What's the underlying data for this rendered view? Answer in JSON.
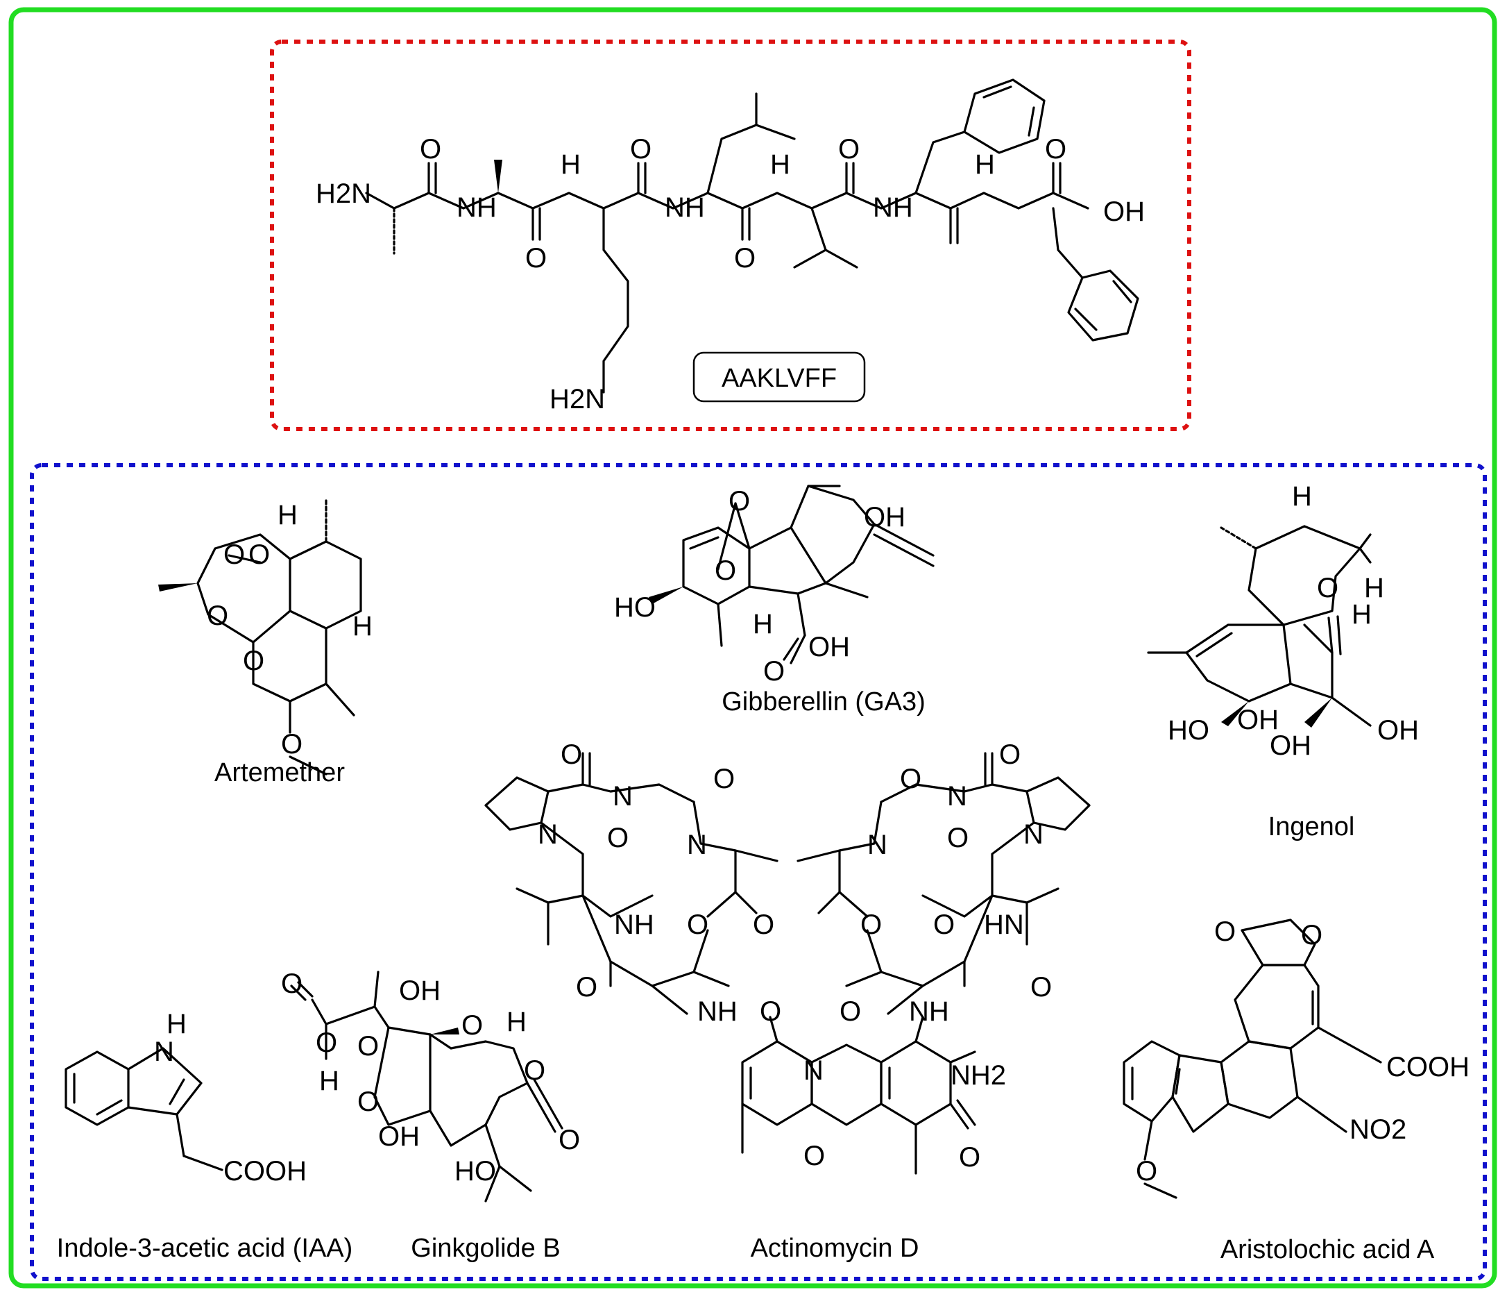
{
  "colors": {
    "outer_border": "#22dd22",
    "peptide_border": "#dd1111",
    "compounds_border": "#1111cc",
    "bonds": "#000000"
  },
  "peptide": {
    "name": "AAKLVFF",
    "atoms": {
      "h2n": "H2N",
      "nh": "NH",
      "h": "H",
      "o": "O",
      "oh": "OH"
    }
  },
  "compounds": {
    "artemether": "Artemether",
    "gibberellin": "Gibberellin (GA3)",
    "ingenol": "Ingenol",
    "actinomycin": "Actinomycin D",
    "iaa": "Indole-3-acetic acid (IAA)",
    "ginkgolide": "Ginkgolide B",
    "aristolochic": "Aristolochic acid A"
  },
  "atom_labels": {
    "h": "H",
    "o": "O",
    "oh": "OH",
    "ho": "HO",
    "n": "N",
    "nh": "NH",
    "hn": "HN",
    "nh2": "NH2",
    "cooh": "COOH",
    "no2": "NO2"
  }
}
